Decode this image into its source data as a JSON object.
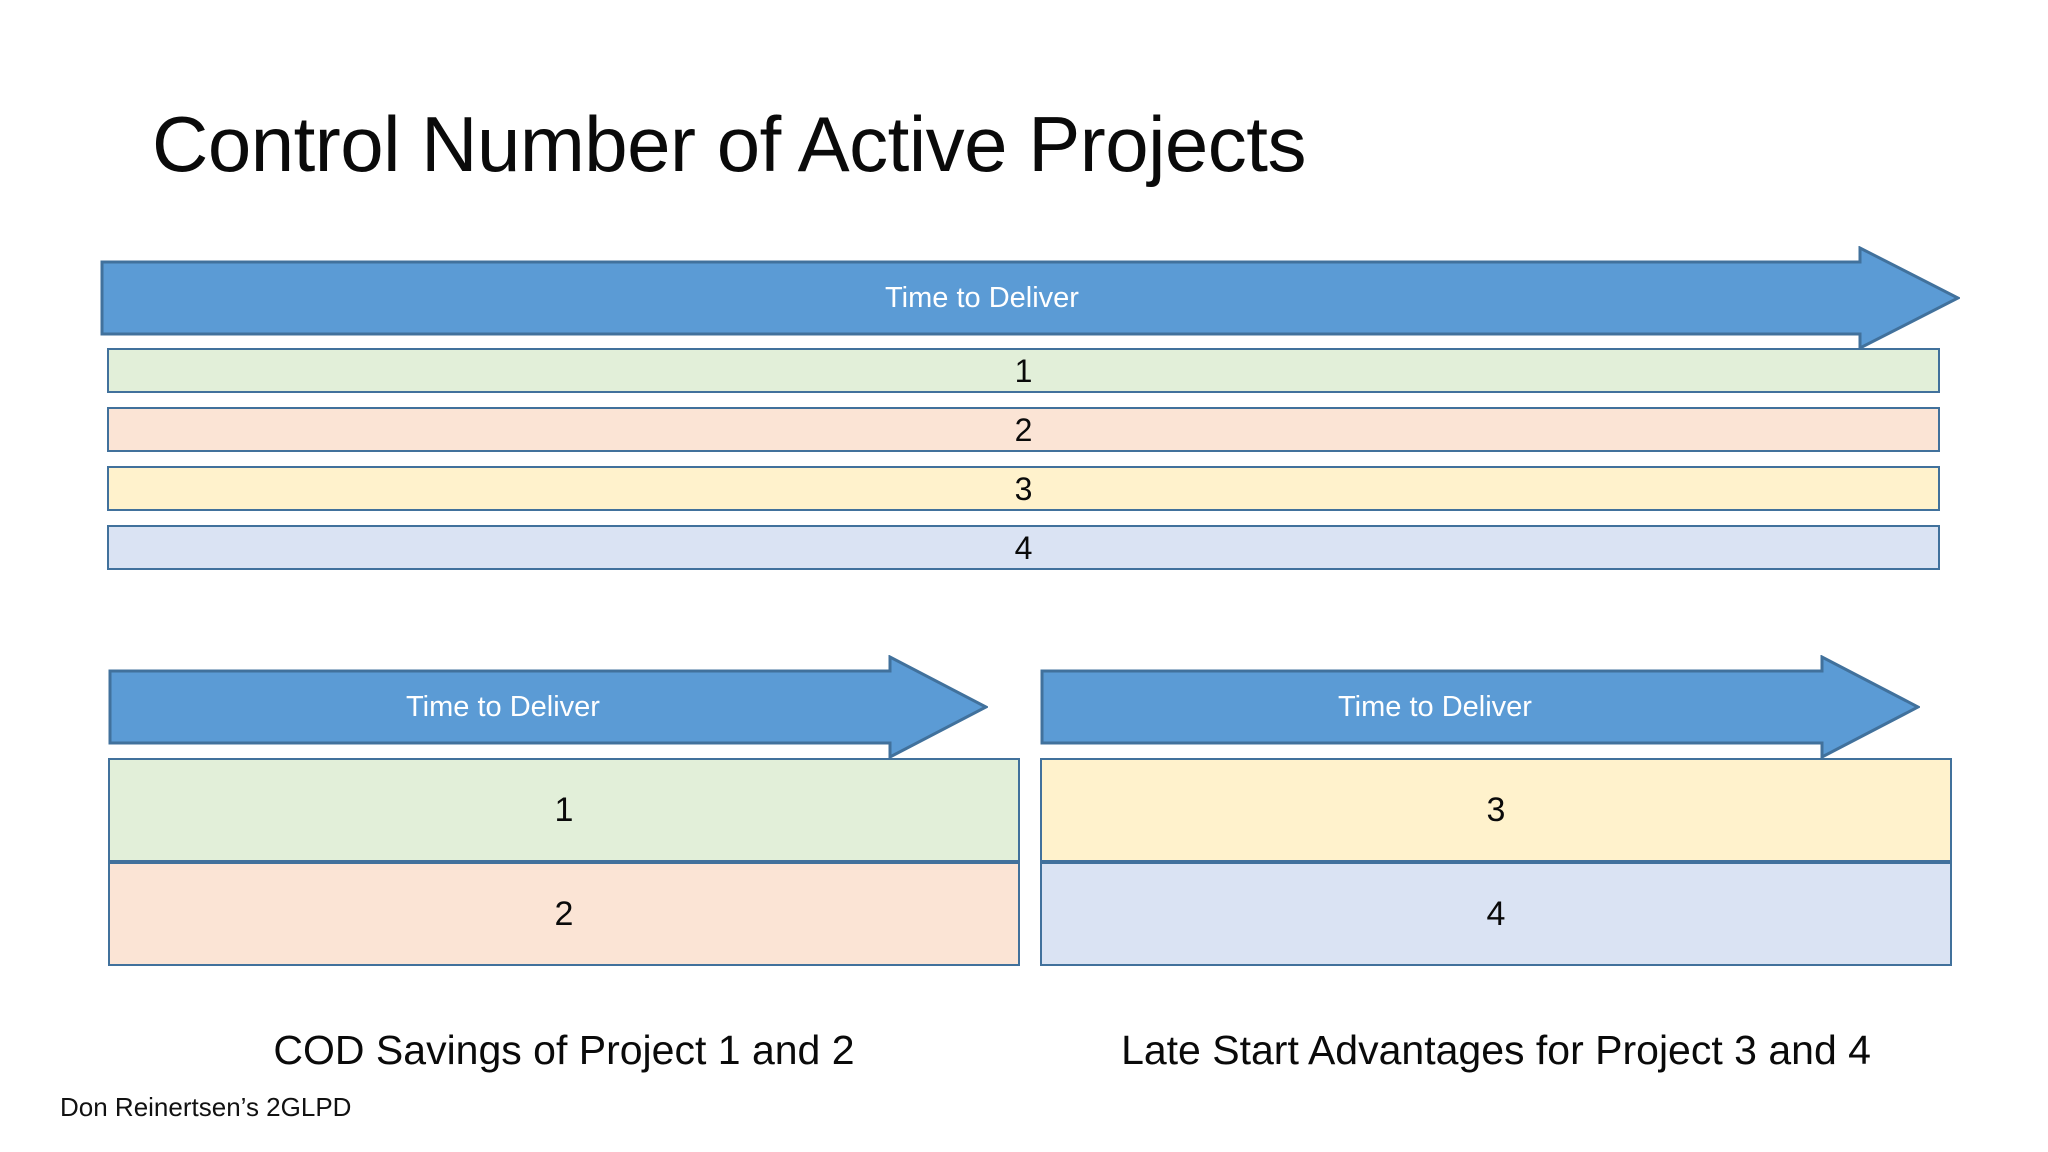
{
  "slide": {
    "title": "Control Number of Active Projects",
    "footer": "Don Reinertsen’s 2GLPD"
  },
  "colors": {
    "arrow_fill": "#5B9BD5",
    "arrow_stroke": "#41719C",
    "box_stroke": "#41719C",
    "green": "#E2EFD9",
    "pink": "#FBE4D5",
    "yellow": "#FFF2CC",
    "blue": "#DAE3F3",
    "text": "#0A0A0A",
    "arrow_text": "#FFFFFF"
  },
  "top_section": {
    "arrow_label": "Time to Deliver",
    "bars": [
      {
        "label": "1",
        "color_key": "green"
      },
      {
        "label": "2",
        "color_key": "pink"
      },
      {
        "label": "3",
        "color_key": "yellow"
      },
      {
        "label": "4",
        "color_key": "blue"
      }
    ]
  },
  "bottom_left_panel": {
    "arrow_label": "Time to Deliver",
    "boxes": [
      {
        "label": "1",
        "color_key": "green"
      },
      {
        "label": "2",
        "color_key": "pink"
      }
    ],
    "caption": "COD Savings of Project 1 and 2"
  },
  "bottom_right_panel": {
    "arrow_label": "Time to Deliver",
    "boxes": [
      {
        "label": "3",
        "color_key": "yellow"
      },
      {
        "label": "4",
        "color_key": "blue"
      }
    ],
    "caption": "Late Start Advantages for Project 3 and 4"
  }
}
